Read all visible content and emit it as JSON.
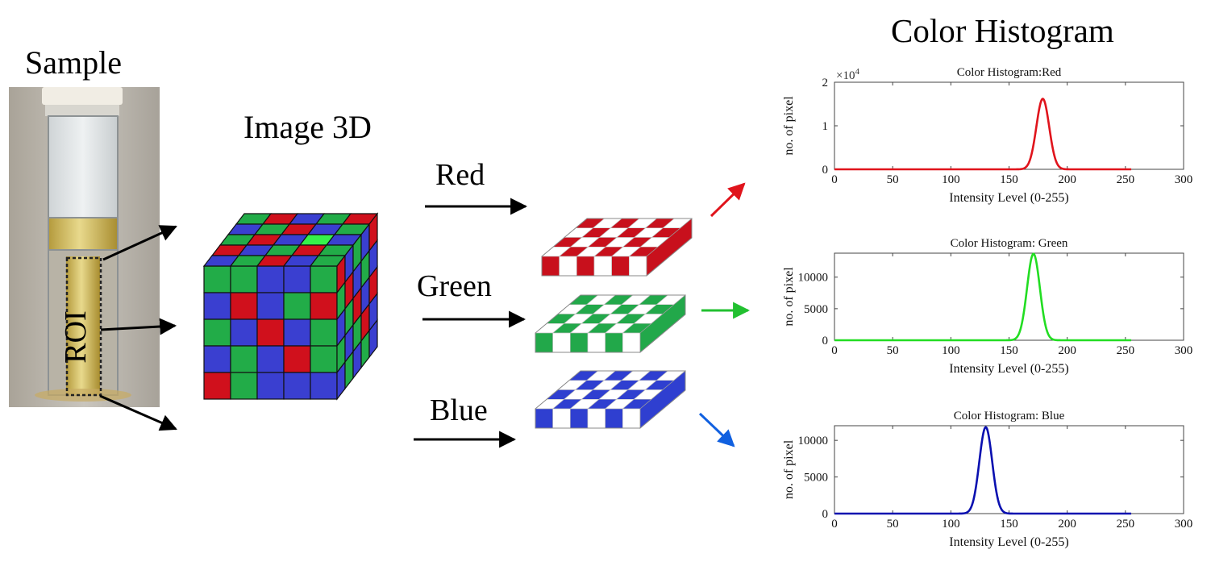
{
  "diagram": {
    "sample_label": "Sample",
    "roi_label": "ROI",
    "image3d_label": "Image 3D",
    "channels": [
      {
        "name": "Red",
        "color": "#c8101c"
      },
      {
        "name": "Green",
        "color": "#22a84a"
      },
      {
        "name": "Blue",
        "color": "#2f3fd0"
      }
    ],
    "histogram_title": "Color Histogram"
  },
  "chart_data": [
    {
      "type": "line",
      "title": "Color Histogram:Red",
      "xlabel": "Intensity Level (0-255)",
      "ylabel": "no. of pixel",
      "xlim": [
        0,
        300
      ],
      "ylim": [
        0,
        2
      ],
      "y_exponent_label": "×10",
      "y_exponent_power": "4",
      "xticks": [
        0,
        50,
        100,
        150,
        200,
        250,
        300
      ],
      "yticks": [
        0,
        1,
        2
      ],
      "color": "#e0141c",
      "peak": {
        "x": 179,
        "y": 1.62,
        "sigma": 5.5
      },
      "series": [
        {
          "x": [
            0,
            160,
            168,
            172,
            176,
            179,
            182,
            186,
            190,
            198,
            255
          ],
          "y": [
            0,
            0.01,
            0.22,
            0.74,
            1.43,
            1.62,
            1.43,
            0.74,
            0.22,
            0.01,
            0
          ]
        }
      ]
    },
    {
      "type": "line",
      "title": "Color Histogram: Green",
      "xlabel": "Intensity Level  (0-255)",
      "ylabel": "no. of pixel",
      "xlim": [
        0,
        300
      ],
      "ylim": [
        0,
        13800
      ],
      "xticks": [
        0,
        50,
        100,
        150,
        200,
        250,
        300
      ],
      "yticks": [
        0,
        5000,
        10000
      ],
      "color": "#22dd22",
      "peak": {
        "x": 171,
        "y": 13700,
        "sigma": 5.5
      },
      "series": [
        {
          "x": [
            0,
            152,
            160,
            164,
            168,
            171,
            174,
            178,
            182,
            190,
            255
          ],
          "y": [
            0,
            40,
            1830,
            6250,
            11800,
            13700,
            11800,
            6250,
            1830,
            40,
            0
          ]
        }
      ]
    },
    {
      "type": "line",
      "title": "Color Histogram: Blue",
      "xlabel": "Intensity Level  (0-255)",
      "ylabel": "no. of pixel",
      "xlim": [
        0,
        300
      ],
      "ylim": [
        0,
        12000
      ],
      "xticks": [
        0,
        50,
        100,
        150,
        200,
        250,
        300
      ],
      "yticks": [
        0,
        5000,
        10000
      ],
      "color": "#0a10b0",
      "peak": {
        "x": 130,
        "y": 11800,
        "sigma": 5.5
      },
      "series": [
        {
          "x": [
            0,
            110,
            118,
            122,
            126,
            130,
            134,
            138,
            142,
            150,
            255
          ],
          "y": [
            0,
            30,
            1570,
            5380,
            10150,
            11800,
            10150,
            5380,
            1570,
            30,
            0
          ]
        }
      ]
    }
  ]
}
